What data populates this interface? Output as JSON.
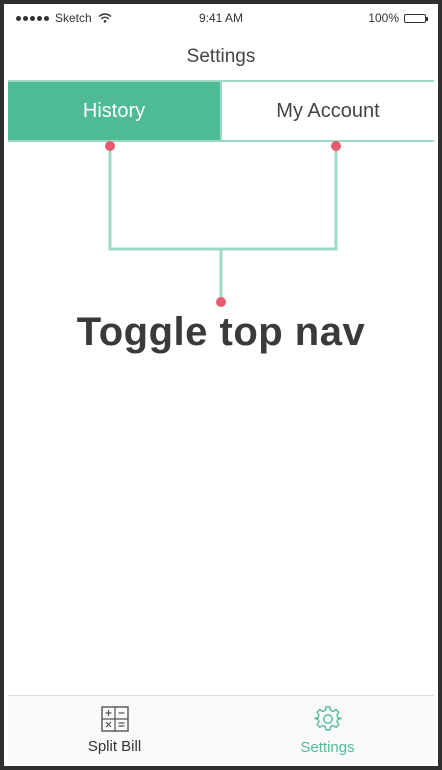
{
  "status_bar": {
    "carrier": "Sketch",
    "time": "9:41 AM",
    "battery": "100%"
  },
  "navbar": {
    "title": "Settings"
  },
  "top_nav": {
    "tabs": [
      {
        "label": "History",
        "active": true
      },
      {
        "label": "My Account",
        "active": false
      }
    ]
  },
  "annotation": {
    "text": "Toggle top nav"
  },
  "tab_bar": {
    "tabs": [
      {
        "label": "Split Bill",
        "icon": "calculator-icon",
        "active": false
      },
      {
        "label": "Settings",
        "icon": "gear-icon",
        "active": true
      }
    ]
  },
  "colors": {
    "accent": "#4fbb95",
    "connector": "#9fd9c6",
    "marker": "#e85a6e"
  }
}
